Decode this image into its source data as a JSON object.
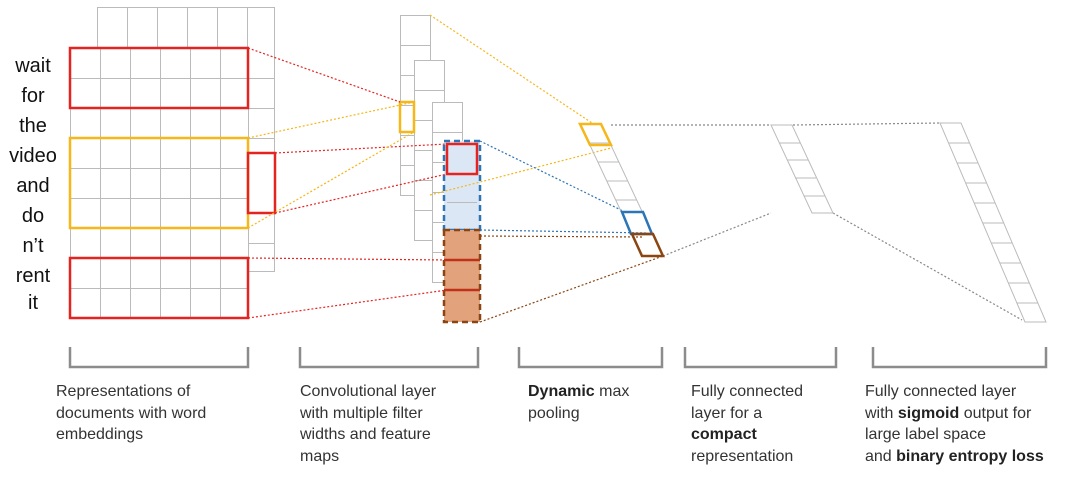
{
  "input_words": [
    "wait",
    "for",
    "the",
    "video",
    "and",
    "do",
    "n’t",
    "rent",
    "it"
  ],
  "captions": [
    {
      "lines": [
        [
          {
            "text": "Representations of",
            "bold": false
          }
        ],
        [
          {
            "text": "documents with word",
            "bold": false
          }
        ],
        [
          {
            "text": "embeddings",
            "bold": false
          }
        ]
      ]
    },
    {
      "lines": [
        [
          {
            "text": "Convolutional layer",
            "bold": false
          }
        ],
        [
          {
            "text": "with multiple filter",
            "bold": false
          }
        ],
        [
          {
            "text": "widths and feature",
            "bold": false
          }
        ],
        [
          {
            "text": "maps",
            "bold": false
          }
        ]
      ]
    },
    {
      "lines": [
        [
          {
            "text": "Dynamic",
            "bold": true
          },
          {
            "text": " max",
            "bold": false
          }
        ],
        [
          {
            "text": "pooling",
            "bold": false
          }
        ]
      ]
    },
    {
      "lines": [
        [
          {
            "text": "Fully connected",
            "bold": false
          }
        ],
        [
          {
            "text": "layer for a",
            "bold": false
          }
        ],
        [
          {
            "text": "compact",
            "bold": true
          }
        ],
        [
          {
            "text": "representation",
            "bold": false
          }
        ]
      ]
    },
    {
      "lines": [
        [
          {
            "text": "Fully connected layer",
            "bold": false
          }
        ],
        [
          {
            "text": "with ",
            "bold": false
          },
          {
            "text": "sigmoid",
            "bold": true
          },
          {
            "text": " output for",
            "bold": false
          }
        ],
        [
          {
            "text": "large label space",
            "bold": false
          }
        ],
        [
          {
            "text": "and ",
            "bold": false
          },
          {
            "text": "binary entropy loss",
            "bold": true
          }
        ]
      ]
    }
  ],
  "colors": {
    "red": "#e52421",
    "orange": "#f5b719",
    "blue": "#2e75b6",
    "light_blue": "#dbe7f5",
    "brown": "#8b4513",
    "dark_red": "#c0311a",
    "fill_orange": "#e2a27c",
    "grid": "#bbbbbb",
    "dots": "#888888"
  }
}
